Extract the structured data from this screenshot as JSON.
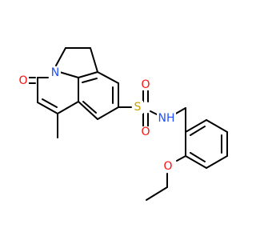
{
  "molecule": {
    "colors": {
      "carbon_bond": "#000000",
      "oxygen": "#ff0d0d",
      "nitrogen": "#2050ff",
      "sulfur": "#c8a000"
    },
    "atoms": {
      "o_carbonyl": "O",
      "n_ring": "N",
      "s_sulfonyl": "S",
      "o_sulfonyl_top": "O",
      "o_sulfonyl_bottom": "O",
      "nh_amide": "NH",
      "o_ether": "O"
    }
  }
}
